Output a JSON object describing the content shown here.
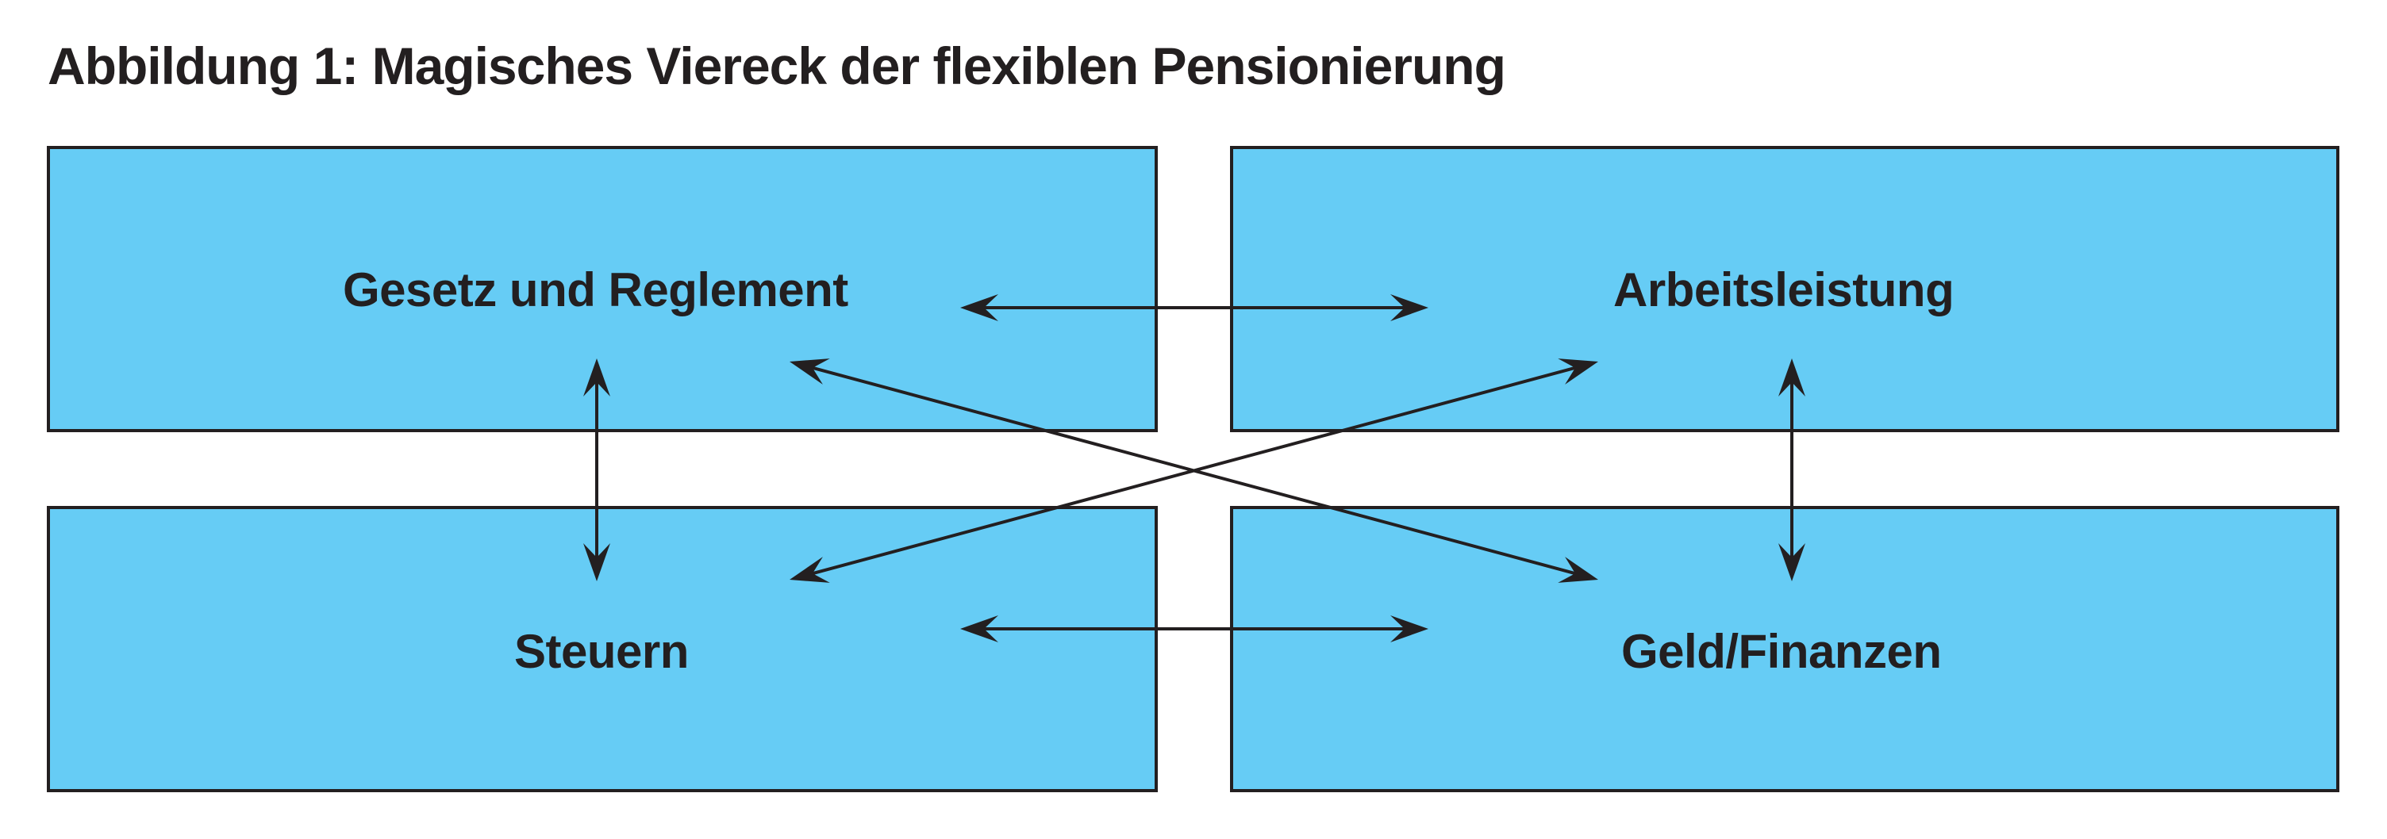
{
  "figure": {
    "title": "Abbildung 1: Magisches Viereck der flexiblen Pensionierung"
  },
  "boxes": {
    "top_left": "Gesetz und Reglement",
    "top_right": "Arbeitsleistung",
    "bottom_left": "Steuern",
    "bottom_right": "Geld/Finanzen"
  },
  "colors": {
    "box_fill": "#66ccf5",
    "stroke": "#231f20",
    "background": "#ffffff"
  },
  "connections": [
    {
      "from": "top_left",
      "to": "top_right",
      "type": "bidirectional"
    },
    {
      "from": "bottom_left",
      "to": "bottom_right",
      "type": "bidirectional"
    },
    {
      "from": "top_left",
      "to": "bottom_left",
      "type": "bidirectional"
    },
    {
      "from": "top_right",
      "to": "bottom_right",
      "type": "bidirectional"
    },
    {
      "from": "top_left",
      "to": "bottom_right",
      "type": "bidirectional"
    },
    {
      "from": "top_right",
      "to": "bottom_left",
      "type": "bidirectional"
    }
  ]
}
